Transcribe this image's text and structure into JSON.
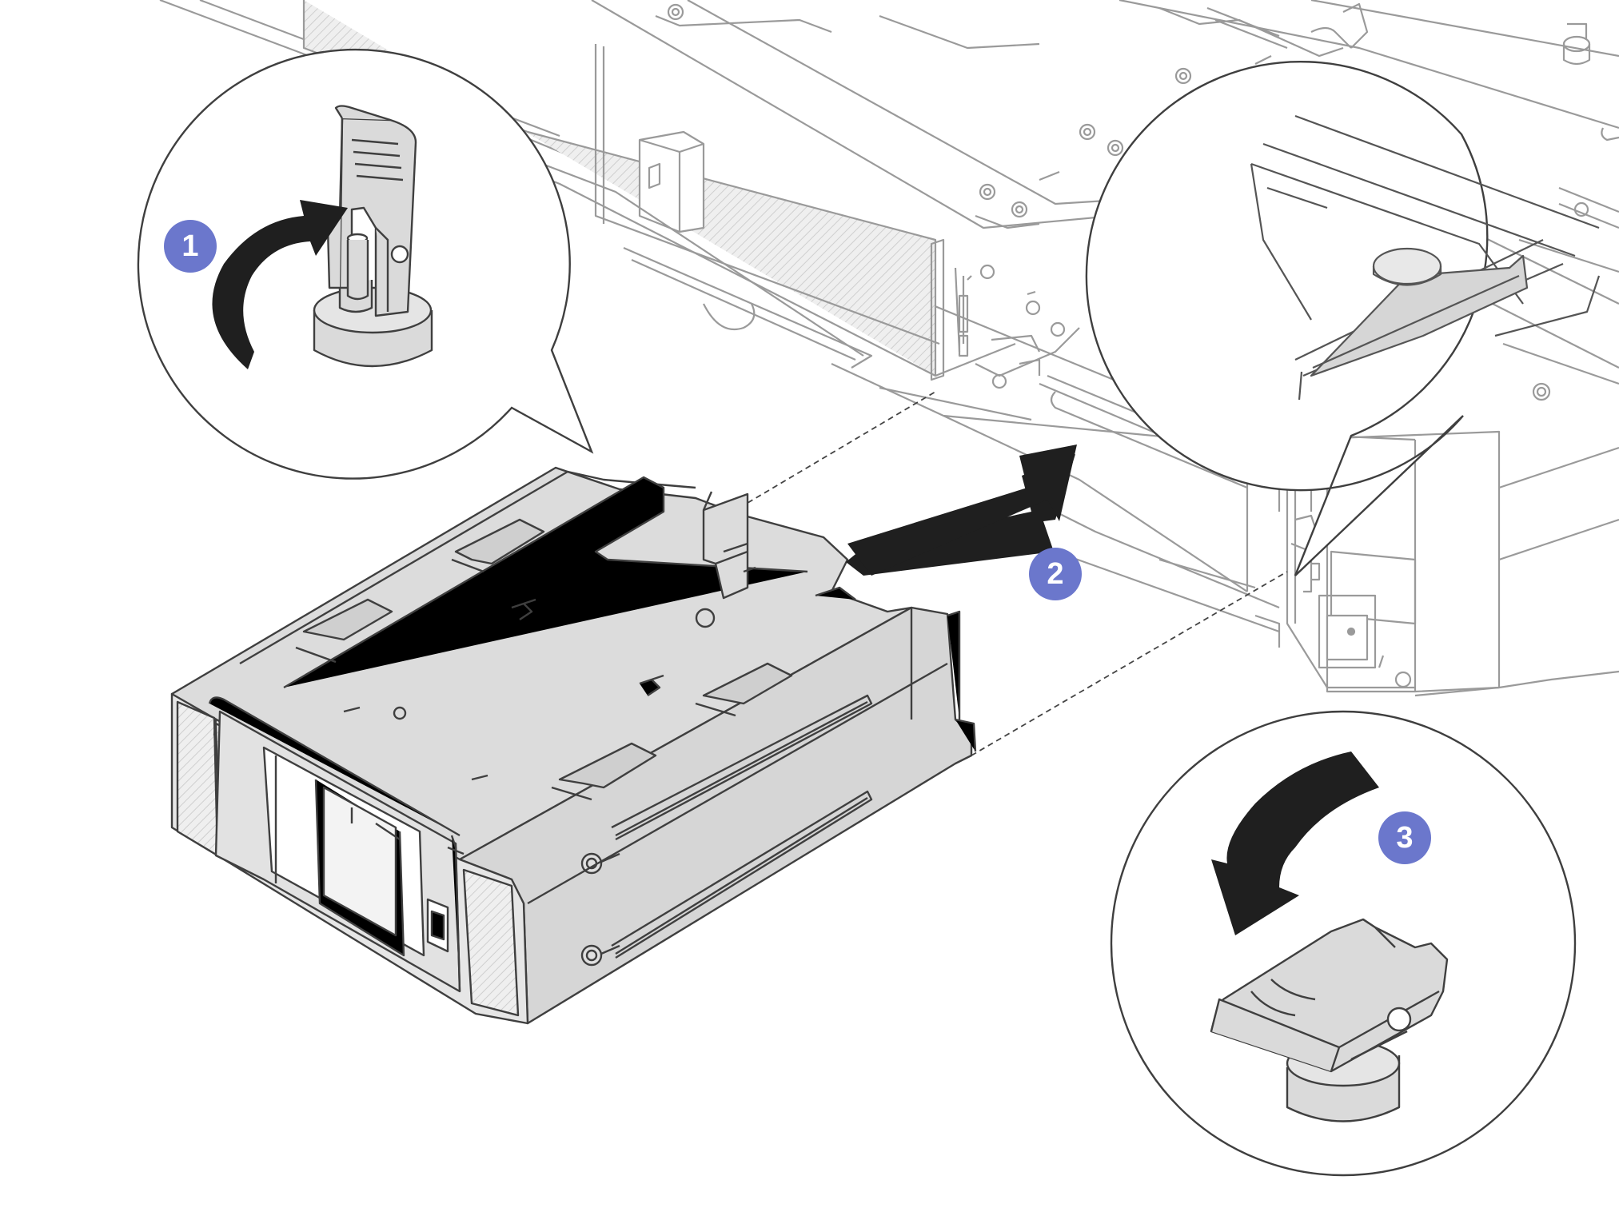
{
  "steps": [
    {
      "number": "1",
      "icon": "rotate-latch-up-arrow-icon"
    },
    {
      "number": "2",
      "icon": "slide-in-arrow-icon"
    },
    {
      "number": "3",
      "icon": "rotate-latch-down-arrow-icon"
    }
  ],
  "colors": {
    "badge": "#6b77cc",
    "line": "#4a4a4a",
    "arrow": "#1f1f1f",
    "part_fill": "#d9d9d9",
    "chassis_line": "#9a9a9a",
    "hatch": "#cccccc",
    "background": "#ffffff"
  }
}
